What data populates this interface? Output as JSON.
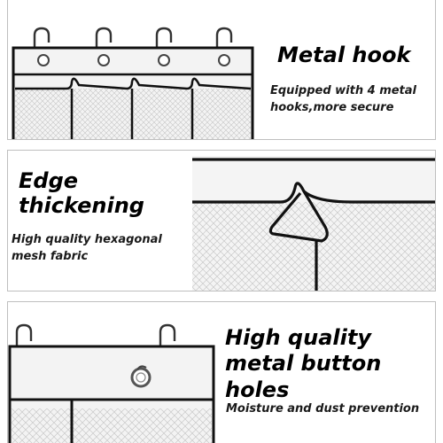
{
  "colors": {
    "frame": "#111111",
    "fabric": "#f2f2f2",
    "mesh": "#c8c8c8",
    "panel_border": "#bfbfbf"
  },
  "sections": [
    {
      "heading": "Metal hook",
      "caption": "Equipped with 4 metal hooks,more secure"
    },
    {
      "heading_line1": "Edge",
      "heading_line2": "thickening",
      "caption": "High quality hexagonal mesh fabric"
    },
    {
      "heading_line1": "High quality",
      "heading_line2": "metal button",
      "heading_line3": "holes",
      "caption": "Moisture and dust prevention"
    }
  ]
}
